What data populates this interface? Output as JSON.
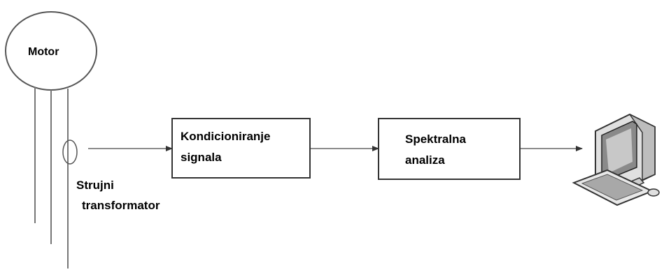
{
  "motor": {
    "label": "Motor"
  },
  "sensor": {
    "label_line1": "Strujni",
    "label_line2": "transformator"
  },
  "block_conditioning": {
    "line1": "Kondicioniranje",
    "line2": "signala"
  },
  "block_spectral": {
    "line1": "Spektralna",
    "line2": "analiza"
  },
  "computer": {
    "icon": "desktop-computer-icon"
  },
  "colors": {
    "stroke": "#555555",
    "text": "#000000",
    "background": "#ffffff"
  }
}
